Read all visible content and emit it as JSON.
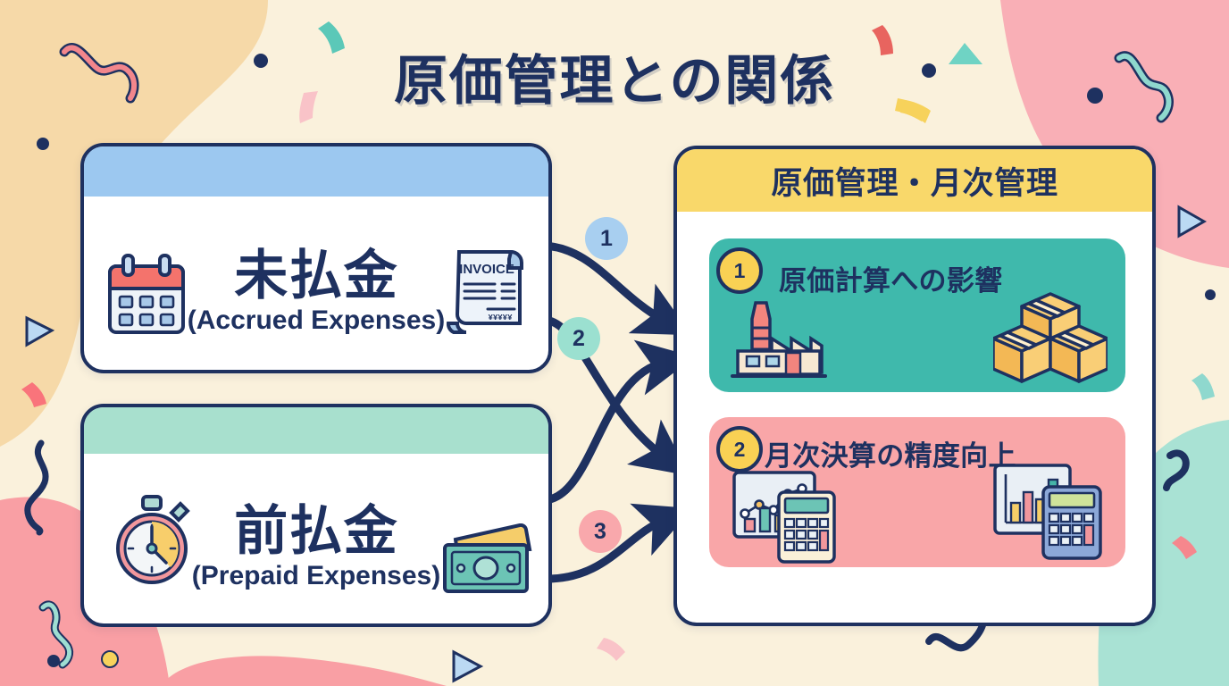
{
  "page": {
    "title": "原価管理との関係",
    "background_color": "#FAF1DC",
    "ink_color": "#1E3160"
  },
  "sources": [
    {
      "id": "accrued",
      "jp_label": "未払金",
      "en_label": "(Accrued Expenses)",
      "strip_color": "#9CC8F0",
      "left_icon": "calendar-icon",
      "right_icon": "invoice-scroll-icon",
      "invoice_word": "INVOICE"
    },
    {
      "id": "prepaid",
      "jp_label": "前払金",
      "en_label": "(Prepaid Expenses)",
      "strip_color": "#A8E0CE",
      "left_icon": "stopwatch-icon",
      "right_icon": "cash-money-icon"
    }
  ],
  "connectors": {
    "badges": [
      {
        "number": "1",
        "color": "#A8CFF0"
      },
      {
        "number": "2",
        "color": "#9BE0D0"
      },
      {
        "number": "3",
        "color": "#F9A8AC"
      }
    ],
    "arrow_count": 4,
    "arrow_color": "#1E3160"
  },
  "target_panel": {
    "header": "原価管理・月次管理",
    "header_color": "#F9D86A",
    "items": [
      {
        "number": "1",
        "title": "原価計算への影響",
        "bg_color": "#3FB9AC",
        "left_icon": "factory-icon",
        "right_icon": "stacked-boxes-icon"
      },
      {
        "number": "2",
        "title": "月次決算の精度向上",
        "bg_color": "#F9A6A8",
        "left_icon": "chart-calculator-icon",
        "right_icon": "bar-chart-calculator-icon"
      }
    ]
  },
  "decorations": {
    "blob_top_left_color": "#F6D9A8",
    "blob_top_right_color": "#F9AFB6",
    "blob_bottom_left_color": "#F99FA4",
    "blob_bottom_right_color": "#A9E2D4",
    "confetti_colors": [
      "#5BC8B8",
      "#F9B7BE",
      "#E8645F",
      "#F7D25B",
      "#1E3160"
    ]
  }
}
